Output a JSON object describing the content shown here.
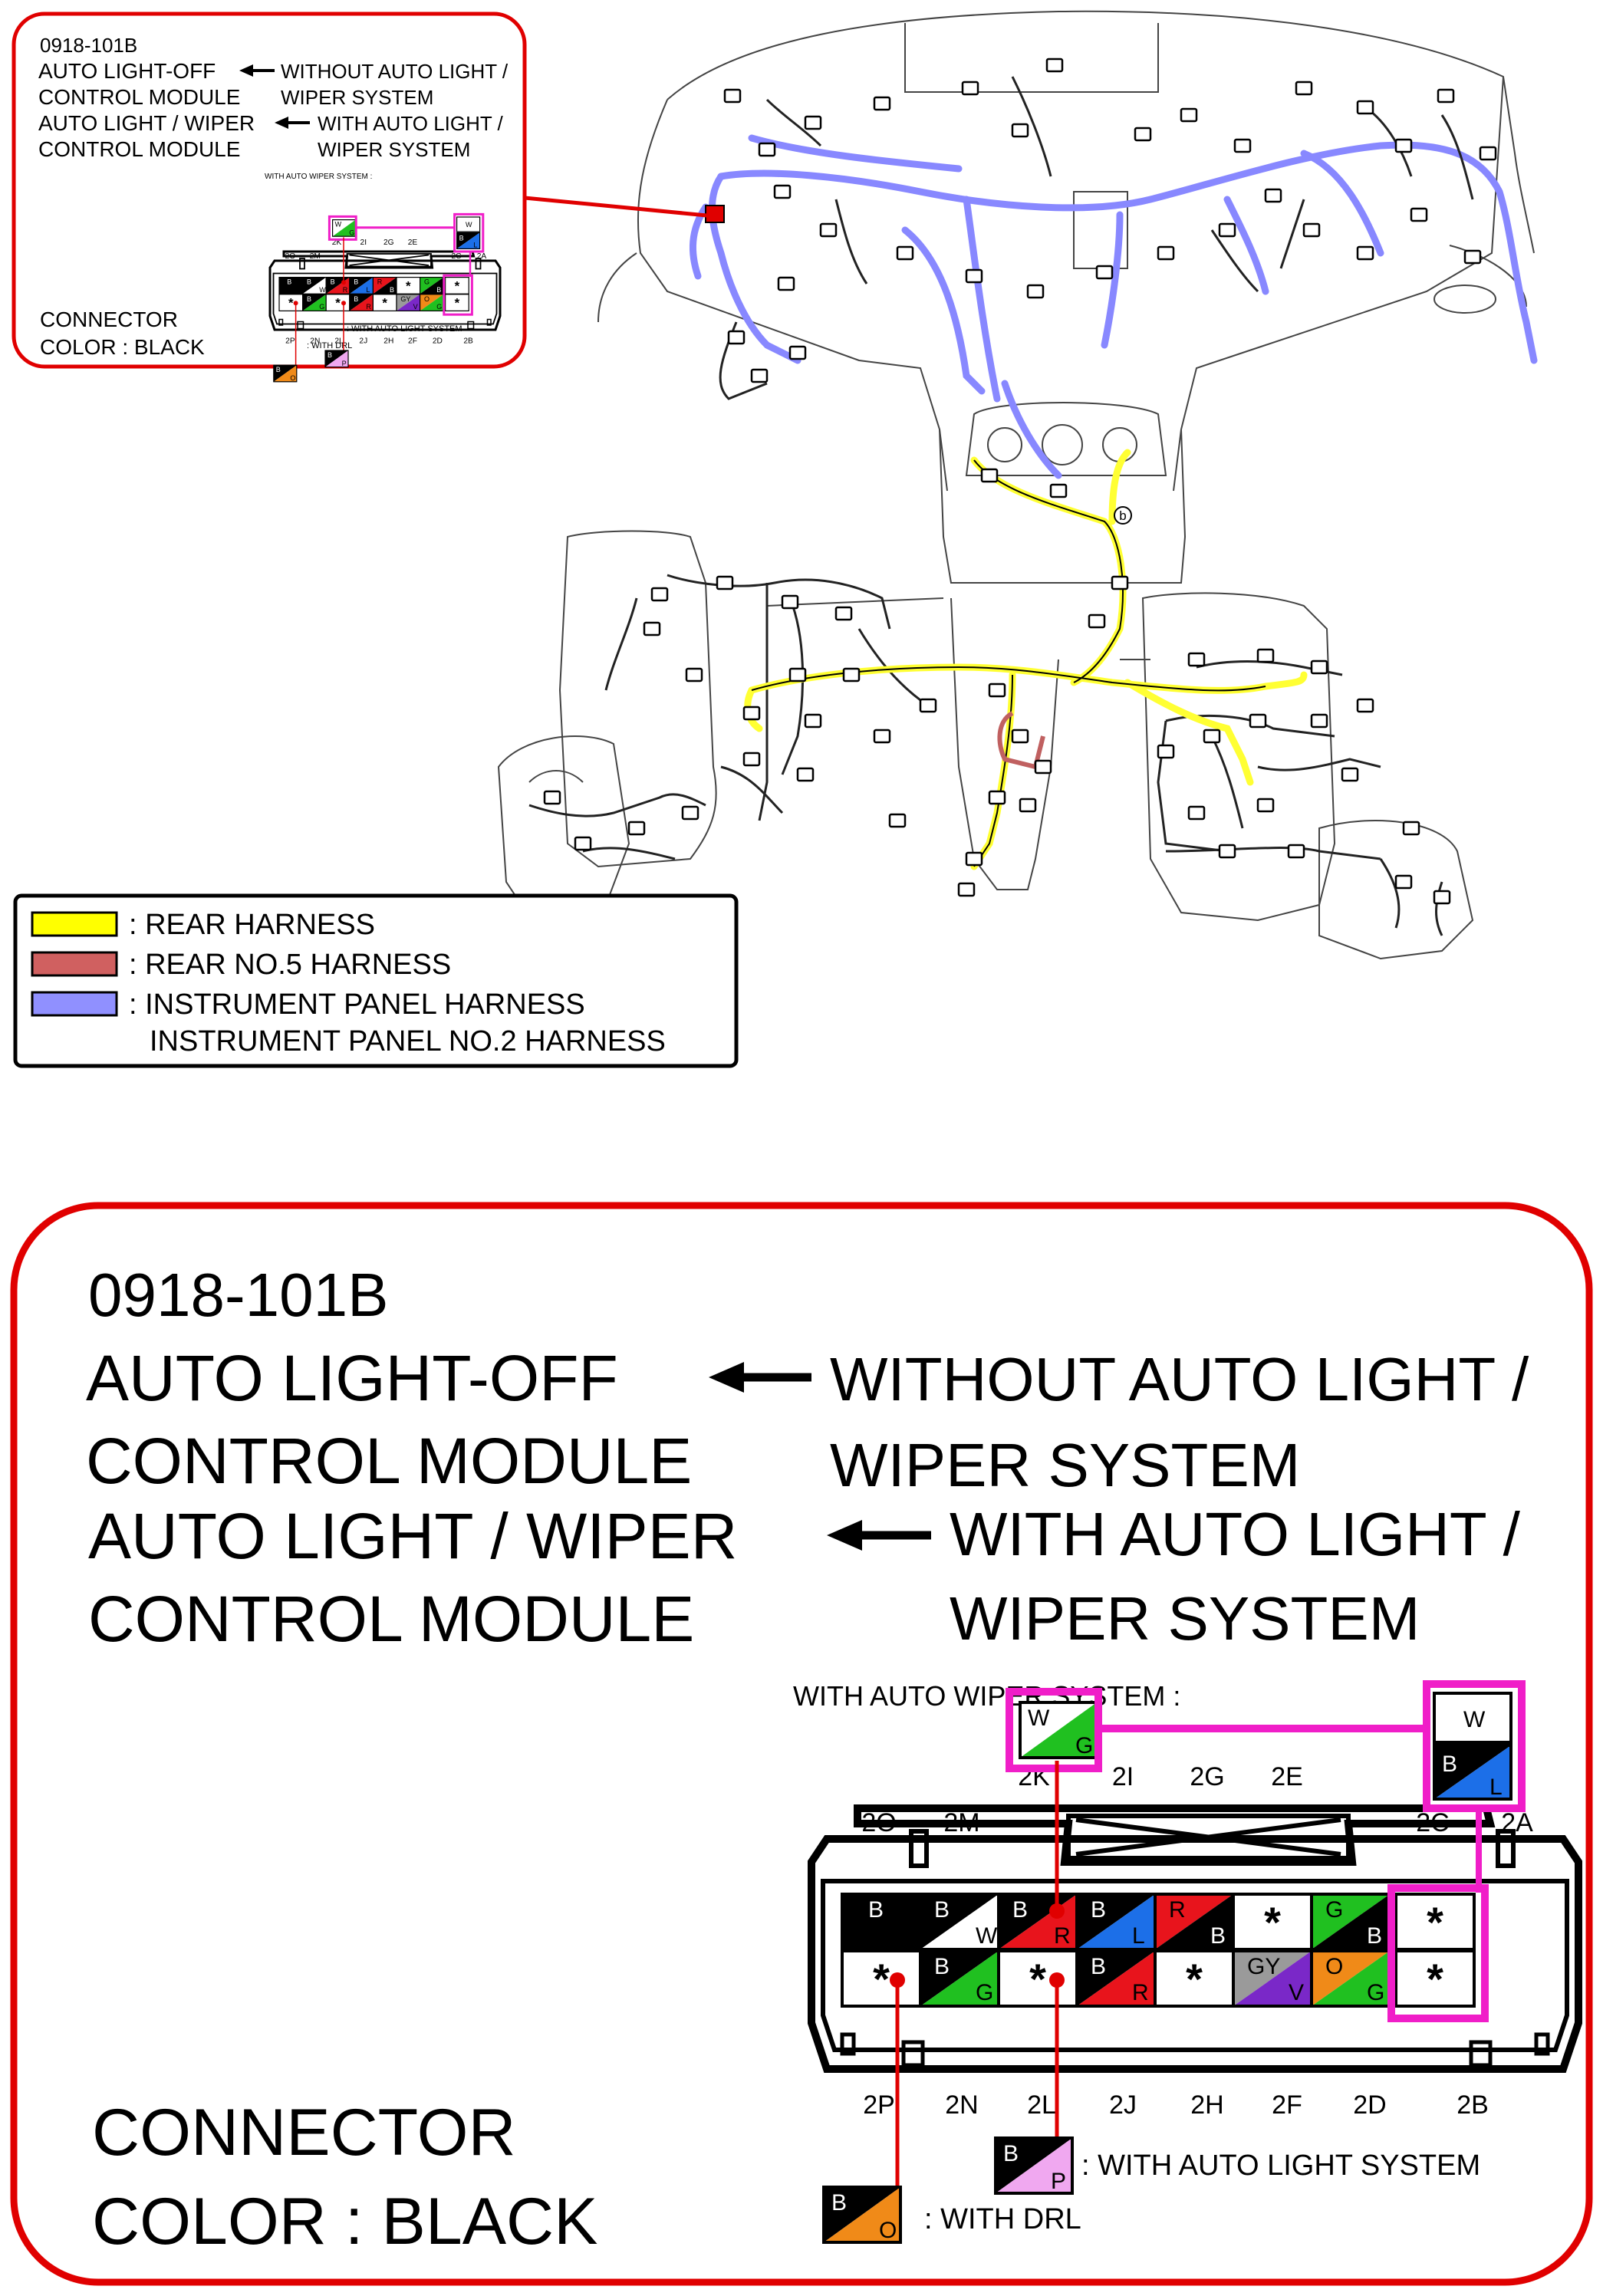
{
  "doc": {
    "part_number": "0918-101B",
    "module_1": [
      "AUTO LIGHT-OFF",
      "CONTROL MODULE"
    ],
    "module_1_condition": [
      "WITHOUT AUTO LIGHT /",
      "WIPER SYSTEM"
    ],
    "module_2": [
      "AUTO LIGHT / WIPER",
      "CONTROL MODULE"
    ],
    "module_2_condition": [
      "WITH AUTO LIGHT /",
      "WIPER SYSTEM"
    ],
    "with_auto_wiper": "WITH AUTO WIPER SYSTEM :",
    "with_auto_light": ": WITH AUTO LIGHT SYSTEM",
    "with_drl": ": WITH DRL",
    "connector_color": [
      "CONNECTOR",
      "COLOR : BLACK"
    ]
  },
  "top_pins": [
    "2K",
    "2I",
    "2G",
    "2E"
  ],
  "mid_pins": [
    "2O",
    "2M",
    "2C",
    "2A"
  ],
  "bottom_pins": [
    "2P",
    "2N",
    "2L",
    "2J",
    "2H",
    "2F",
    "2D",
    "2B"
  ],
  "cells": {
    "r1": [
      {
        "a": "B",
        "b": "",
        "ca": "#000000",
        "cb": "#000000",
        "fa": "#ffffff",
        "fb": "#ffffff"
      },
      {
        "a": "B",
        "b": "W",
        "ca": "#000000",
        "cb": "#ffffff",
        "fa": "#ffffff",
        "fb": "#000000"
      },
      {
        "a": "B",
        "b": "R",
        "ca": "#000000",
        "cb": "#e8141c",
        "fa": "#ffffff",
        "fb": "#000000"
      },
      {
        "a": "B",
        "b": "L",
        "ca": "#000000",
        "cb": "#1c6fe8",
        "fa": "#ffffff",
        "fb": "#000000"
      },
      {
        "a": "R",
        "b": "B",
        "ca": "#e8141c",
        "cb": "#000000",
        "fa": "#000000",
        "fb": "#ffffff"
      },
      {
        "a": "*",
        "b": "",
        "ca": "#ffffff",
        "cb": "#ffffff",
        "fa": "#000000",
        "fb": "#000000"
      },
      {
        "a": "G",
        "b": "B",
        "ca": "#20c020",
        "cb": "#000000",
        "fa": "#000000",
        "fb": "#ffffff"
      },
      {
        "a": "*",
        "b": "",
        "ca": "#ffffff",
        "cb": "#ffffff",
        "fa": "#000000",
        "fb": "#000000"
      }
    ],
    "r2": [
      {
        "a": "*",
        "b": "",
        "ca": "#ffffff",
        "cb": "#ffffff",
        "fa": "#000000",
        "fb": "#000000"
      },
      {
        "a": "B",
        "b": "G",
        "ca": "#000000",
        "cb": "#20c020",
        "fa": "#ffffff",
        "fb": "#000000"
      },
      {
        "a": "*",
        "b": "",
        "ca": "#ffffff",
        "cb": "#ffffff",
        "fa": "#000000",
        "fb": "#000000"
      },
      {
        "a": "B",
        "b": "R",
        "ca": "#000000",
        "cb": "#e8141c",
        "fa": "#ffffff",
        "fb": "#000000"
      },
      {
        "a": "*",
        "b": "",
        "ca": "#ffffff",
        "cb": "#ffffff",
        "fa": "#000000",
        "fb": "#000000"
      },
      {
        "a": "GY",
        "b": "V",
        "ca": "#9a9a9a",
        "cb": "#7a28c8",
        "fa": "#000000",
        "fb": "#000000"
      },
      {
        "a": "O",
        "b": "G",
        "ca": "#f08a18",
        "cb": "#20c020",
        "fa": "#000000",
        "fb": "#000000"
      },
      {
        "a": "*",
        "b": "",
        "ca": "#ffffff",
        "cb": "#ffffff",
        "fa": "#000000",
        "fb": "#000000"
      }
    ],
    "wiper_option": {
      "a": "W",
      "b": "G",
      "ca": "#ffffff",
      "cb": "#20c020"
    },
    "wiper_option_2": {
      "a": "W",
      "b1": "B",
      "b2": "L"
    },
    "drl_option": {
      "a": "B",
      "b": "O",
      "ca": "#000000",
      "cb": "#f08a18"
    },
    "light_option": {
      "a": "B",
      "b": "P",
      "ca": "#000000",
      "cb": "#f0a8f0"
    }
  },
  "legend": [
    {
      "color": "#ffff00",
      "label": ": REAR HARNESS"
    },
    {
      "color": "#d06060",
      "label": ": REAR NO.5 HARNESS"
    },
    {
      "color": "#9090ff",
      "label": ": INSTRUMENT PANEL HARNESS"
    },
    {
      "color": "",
      "label": "INSTRUMENT PANEL NO.2 HARNESS"
    }
  ],
  "colors": {
    "frame": "#e00000",
    "highlight": "#f01ec8",
    "pin_marker": "#e00000"
  },
  "point_label": "b"
}
